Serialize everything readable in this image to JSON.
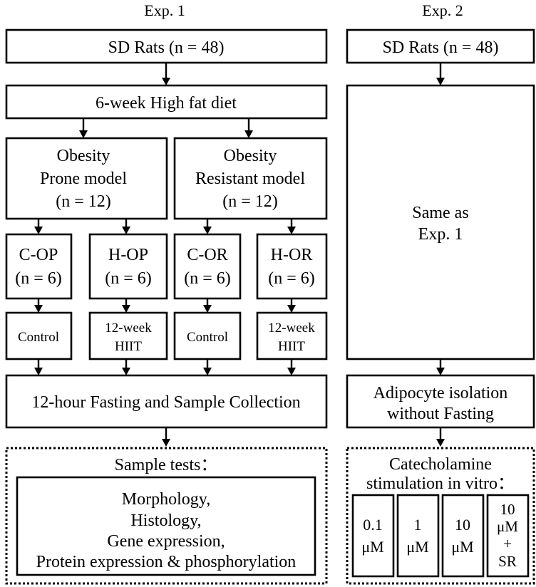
{
  "exp1": {
    "heading": "Exp. 1",
    "subjects": "SD Rats (n = 48)",
    "diet": "6-week High fat diet",
    "models": [
      {
        "lines": [
          "Obesity",
          "Prone model",
          "(n = 12)"
        ]
      },
      {
        "lines": [
          "Obesity",
          "Resistant model",
          "(n = 12)"
        ]
      }
    ],
    "groups": [
      {
        "name": "C-OP",
        "n": "(n = 6)",
        "treatment": [
          "Control"
        ]
      },
      {
        "name": "H-OP",
        "n": "(n = 6)",
        "treatment": [
          "12-week",
          "HIIT"
        ]
      },
      {
        "name": "C-OR",
        "n": "(n = 6)",
        "treatment": [
          "Control"
        ]
      },
      {
        "name": "H-OR",
        "n": "(n = 6)",
        "treatment": [
          "12-week",
          "HIIT"
        ]
      }
    ],
    "collection": "12-hour Fasting and Sample Collection",
    "tests_title": "Sample tests：",
    "tests": [
      "Morphology,",
      "Histology,",
      "Gene expression,",
      "Protein expression & phosphorylation"
    ]
  },
  "exp2": {
    "heading": "Exp. 2",
    "subjects": "SD Rats (n = 48)",
    "same": [
      "Same as",
      "Exp. 1"
    ],
    "isolation": [
      "Adipocyte isolation",
      "without Fasting"
    ],
    "stim_title": [
      "Catecholamine",
      "stimulation in vitro："
    ],
    "doses": [
      {
        "lines": [
          "0.1",
          "μM"
        ]
      },
      {
        "lines": [
          "1",
          "μM"
        ]
      },
      {
        "lines": [
          "10",
          "μM"
        ]
      },
      {
        "lines": [
          "10",
          "μM",
          "+",
          "SR"
        ]
      }
    ]
  }
}
